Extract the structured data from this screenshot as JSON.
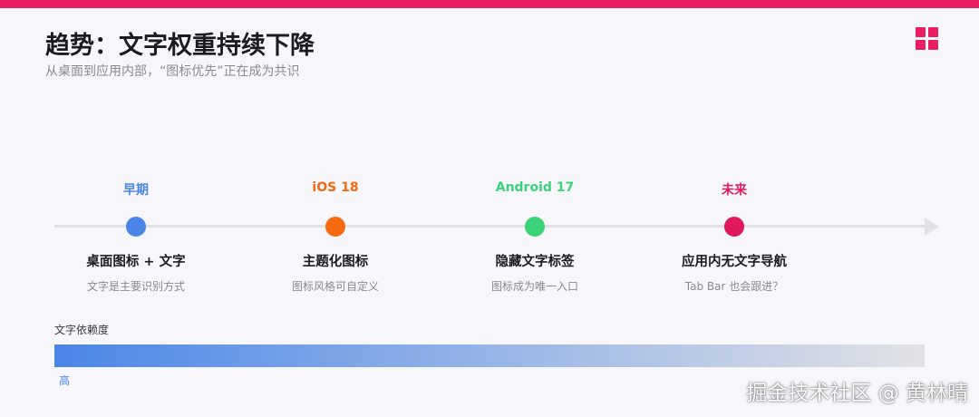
{
  "colors": {
    "accent": "#e91e63",
    "blue": "#4a86e8",
    "orange": "#f5690f",
    "green": "#3ad37a",
    "pink": "#e0185e",
    "track": "#e2e1e6"
  },
  "header": {
    "title": "趋势：文字权重持续下降",
    "subtitle": "从桌面到应用内部，“图标优先”正在成为共识",
    "menu_icon": "grid-icon"
  },
  "timeline": {
    "stages": [
      {
        "label": "早期",
        "title": "桌面图标 + 文字",
        "desc": "文字是主要识别方式",
        "color": "#4a86e8"
      },
      {
        "label": "iOS 18",
        "title": "主题化图标",
        "desc": "图标风格可自定义",
        "color": "#f5690f"
      },
      {
        "label": "Android 17",
        "title": "隐藏文字标签",
        "desc": "图标成为唯一入口",
        "color": "#3ad37a"
      },
      {
        "label": "未来",
        "title": "应用内无文字导航",
        "desc": "Tab Bar 也会跟进？",
        "color": "#e0185e"
      }
    ]
  },
  "dependency": {
    "label": "文字依赖度",
    "high_label": "高",
    "gradient_from": "#4a86e8",
    "gradient_to": "#e2e2e6"
  },
  "watermark": "掘金技术社区 @ 黄林晴"
}
